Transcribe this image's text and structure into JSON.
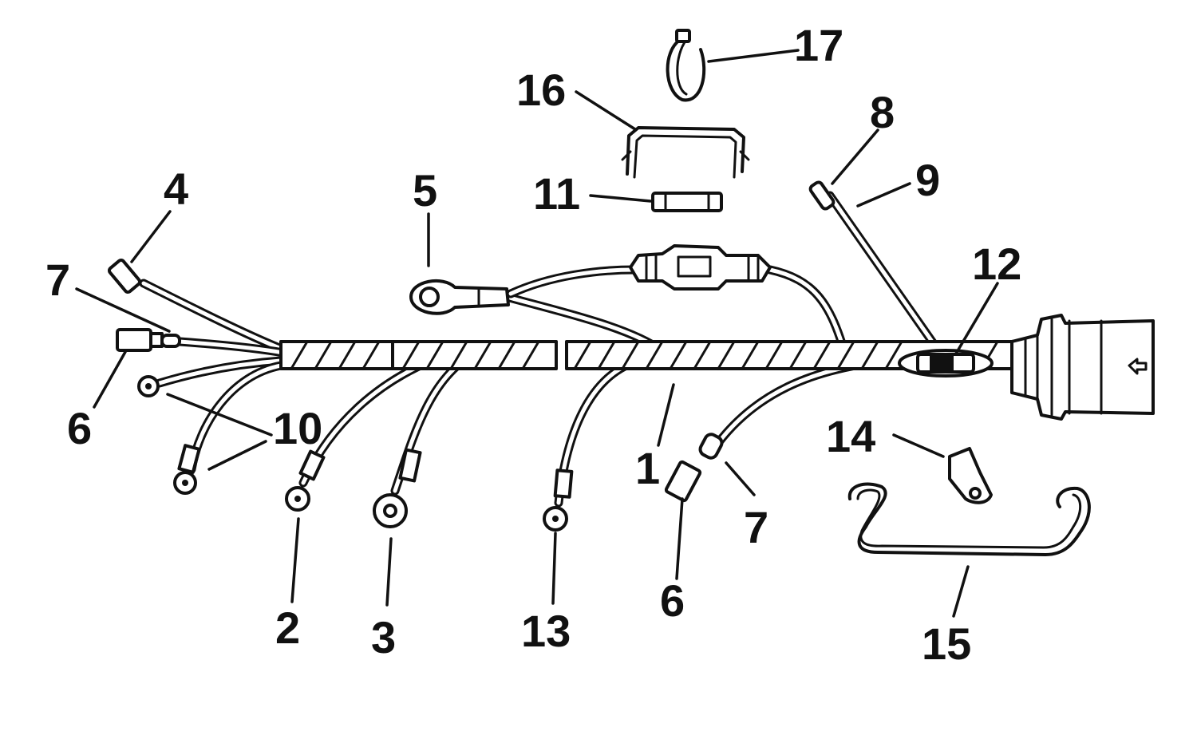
{
  "callouts": {
    "c1": "1",
    "c2": "2",
    "c3": "3",
    "c4": "4",
    "c5": "5",
    "c6a": "6",
    "c6b": "6",
    "c7a": "7",
    "c7b": "7",
    "c8": "8",
    "c9": "9",
    "c10": "10",
    "c11": "11",
    "c12": "12",
    "c13": "13",
    "c14": "14",
    "c15": "15",
    "c16": "16",
    "c17": "17"
  }
}
